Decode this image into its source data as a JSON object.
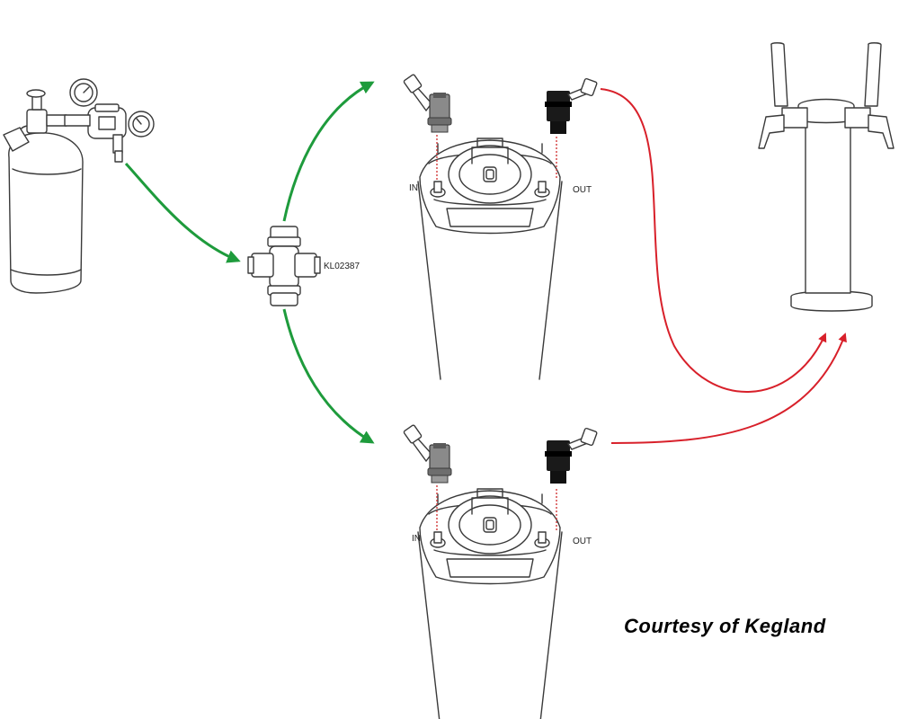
{
  "parts": {
    "tee_label": "KL02387",
    "in_label": "IN",
    "out_label": "OUT"
  },
  "credit": "Courtesy of Kegland",
  "colors": {
    "gas_line": "#1e9b3c",
    "beer_line": "#d8202a",
    "outline": "#3a3a3a",
    "post_dark": "#1a1a1a",
    "post_gray": "#6e6e6e"
  }
}
